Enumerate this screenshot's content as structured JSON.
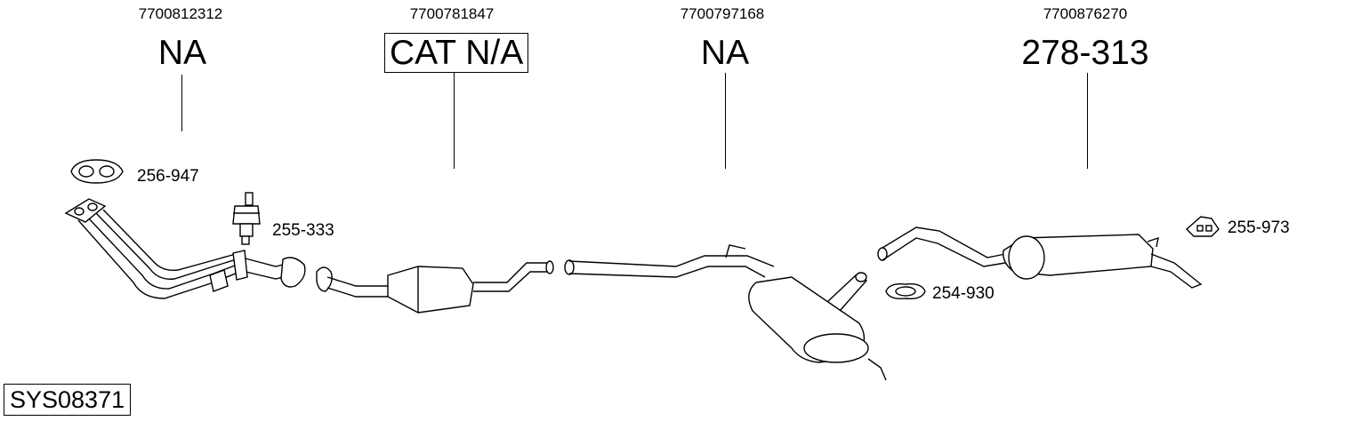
{
  "drawing_code": "SYS08371",
  "sections": [
    {
      "oe_number": "7700812312",
      "part_label": "NA",
      "boxed": false
    },
    {
      "oe_number": "7700781847",
      "part_label": "CAT N/A",
      "boxed": true
    },
    {
      "oe_number": "7700797168",
      "part_label": "NA",
      "boxed": false
    },
    {
      "oe_number": "7700876270",
      "part_label": "278-313",
      "boxed": false
    }
  ],
  "accessories": [
    {
      "label": "256-947",
      "icon": "gasket-icon"
    },
    {
      "label": "255-333",
      "icon": "mounting-rubber-icon"
    },
    {
      "label": "254-930",
      "icon": "clamp-icon"
    },
    {
      "label": "255-973",
      "icon": "hanger-rubber-icon"
    }
  ]
}
